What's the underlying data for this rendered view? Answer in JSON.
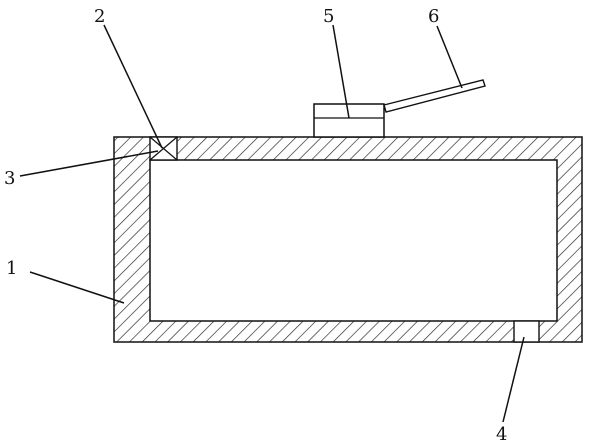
{
  "diagram": {
    "labels": {
      "l1": "1",
      "l2": "2",
      "l3": "3",
      "l4": "4",
      "l5": "5",
      "l6": "6"
    },
    "colors": {
      "stroke": "#111111",
      "hatch": "#222222",
      "background": "#ffffff"
    }
  }
}
